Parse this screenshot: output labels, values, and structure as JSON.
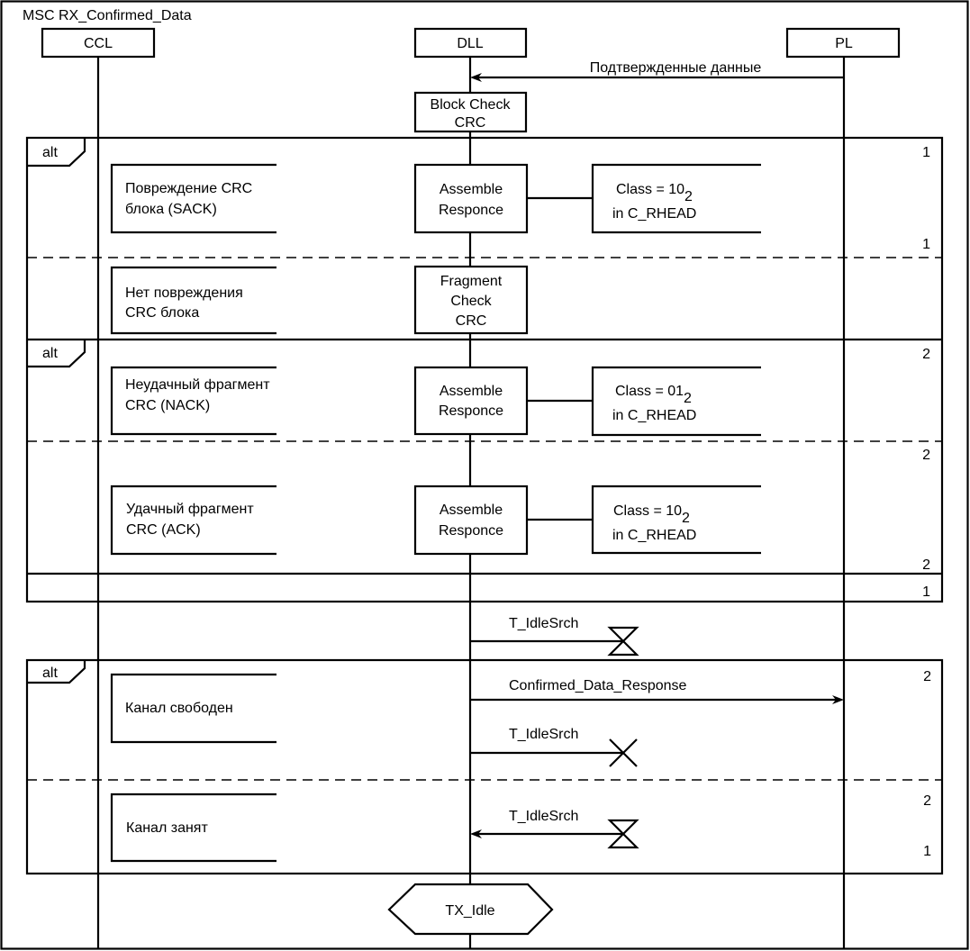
{
  "diagram": {
    "title": "MSC RX_Confirmed_Data",
    "instances": [
      {
        "id": "ccl",
        "label": "CCL"
      },
      {
        "id": "dll",
        "label": "DLL"
      },
      {
        "id": "pl",
        "label": "PL"
      }
    ],
    "messages": {
      "incoming_data": {
        "label": "Подтвержденные данные",
        "from": "PL",
        "to": "DLL"
      },
      "confirmed_response": {
        "label": "Confirmed_Data_Response",
        "from": "DLL",
        "to": "PL"
      }
    },
    "actions": {
      "block_check": {
        "line1": "Block Check",
        "line2": "CRC"
      },
      "fragment_check": {
        "line1": "Fragment",
        "line2": "Check",
        "line3": "CRC"
      },
      "assemble": {
        "line1": "Assemble",
        "line2": "Responce"
      }
    },
    "alt_label": "alt",
    "alt1": {
      "operand1": {
        "condition_line1": "Повреждение CRC",
        "condition_line2": "блока (SACK)",
        "class_prefix": "Class = 10",
        "class_sub": "2",
        "class_line2": "in C_RHEAD",
        "number_top": "1",
        "number_bottom": "1"
      },
      "operand2": {
        "condition_line1": "Нет повреждения",
        "condition_line2": "CRC блока"
      },
      "end_number": "1"
    },
    "alt2": {
      "operand1": {
        "condition_line1": "Неудачный фрагмент",
        "condition_line2": "CRC (NACK)",
        "class_prefix": "Class = 01",
        "class_sub": "2",
        "class_line2": "in C_RHEAD",
        "number_top": "2"
      },
      "operand2": {
        "condition_line1": "Удачный фрагмент",
        "condition_line2": "CRC (ACK)",
        "class_prefix": "Class = 10",
        "class_sub": "2",
        "class_line2": "in C_RHEAD",
        "number_top": "2",
        "number_bottom": "2"
      }
    },
    "timer_set": {
      "label": "T_IdleSrch"
    },
    "alt3": {
      "operand1": {
        "condition": "Канал свободен",
        "timer_stop_label": "T_IdleSrch",
        "number_top": "2"
      },
      "operand2": {
        "condition": "Канал занят",
        "timer_timeout_label": "T_IdleSrch",
        "number_top": "2",
        "number_bottom": "1"
      }
    },
    "state": {
      "label": "TX_Idle"
    }
  }
}
